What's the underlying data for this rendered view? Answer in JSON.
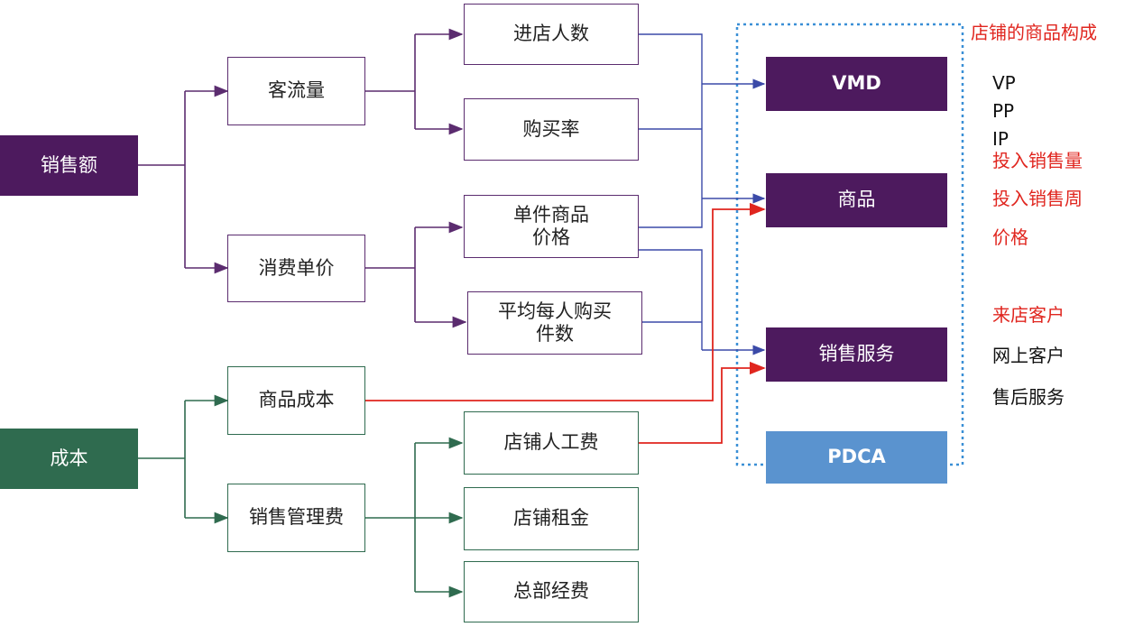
{
  "nodes": {
    "sales": "销售额",
    "cost": "成本",
    "traffic": "客流量",
    "unit_price": "消费单价",
    "goods_cost": "商品成本",
    "mgmt_cost": "销售管理费",
    "visitors": "进店人数",
    "buy_rate": "购买率",
    "item_price": "单件商品\n价格",
    "avg_items": "平均每人购买\n件数",
    "labor": "店铺人工费",
    "rent": "店铺租金",
    "hq": "总部经费",
    "vmd": "VMD",
    "goods": "商品",
    "service": "销售服务",
    "pdca": "PDCA"
  },
  "right_panel": {
    "title": "店铺的商品构成",
    "vmd_items": [
      "VP",
      "PP",
      "IP"
    ],
    "goods_items": [
      "投入销售量",
      "投入销售周",
      "价格"
    ],
    "service_items": [
      "来店客户",
      "网上客户",
      "售后服务"
    ]
  },
  "colors": {
    "purple": "#4d1a5e",
    "green": "#2f6b4f",
    "blue": "#5a93cf",
    "red": "#e0261f",
    "arrow_blue": "#3b4aa8"
  }
}
